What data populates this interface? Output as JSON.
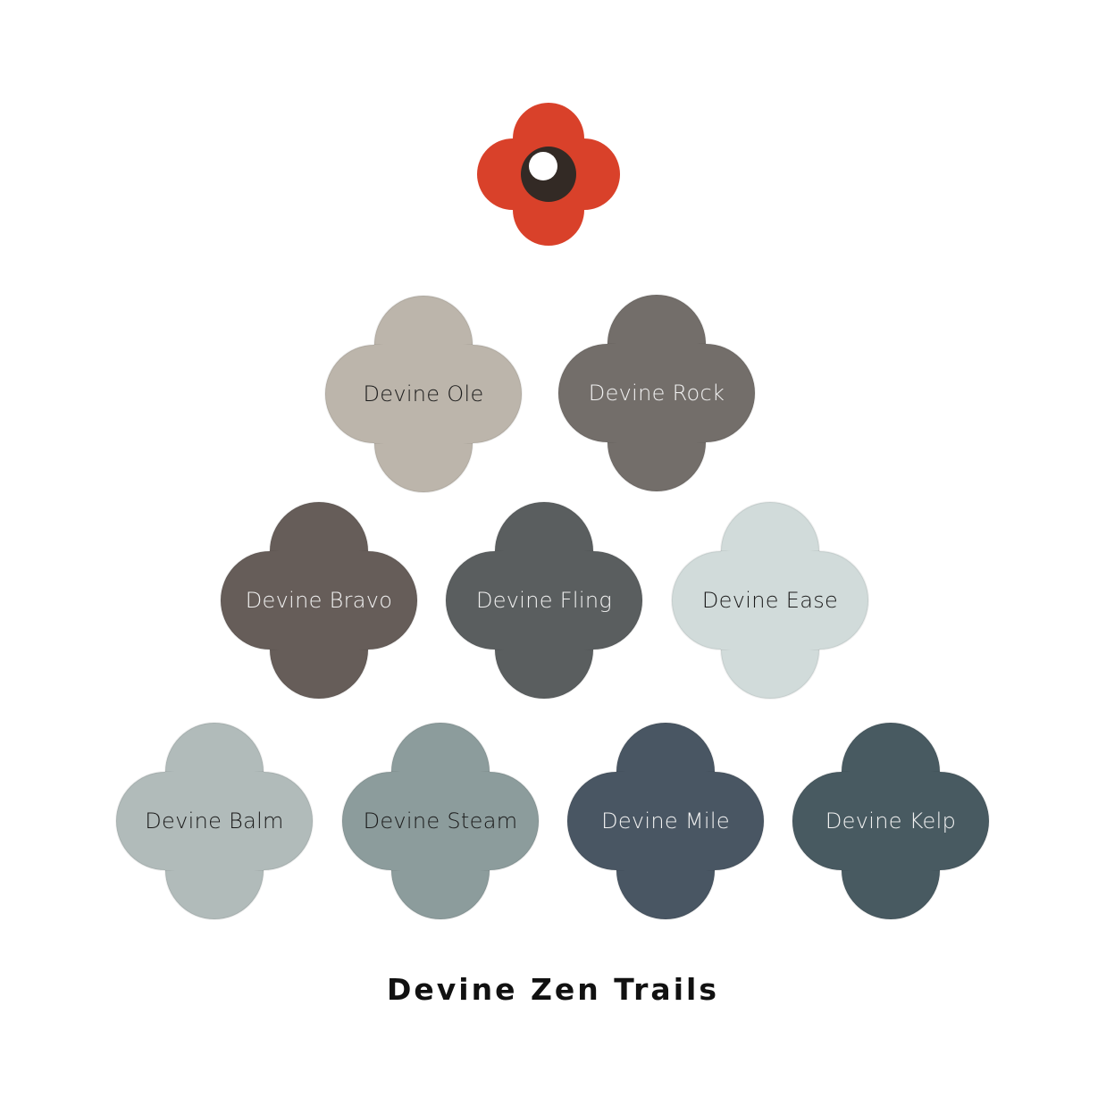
{
  "title": "Devine Zen Trails",
  "logo": {
    "icon": "poppy-flower-icon",
    "petal_color": "#d9412a",
    "center_color": "#332a25",
    "highlight_color": "#ffffff"
  },
  "swatches": [
    {
      "name": "Devine Ole",
      "color": "#bcb5ab",
      "text_color": "#1a1a1a"
    },
    {
      "name": "Devine Rock",
      "color": "#736e6a",
      "text_color": "#f2f2f2"
    },
    {
      "name": "Devine Bravo",
      "color": "#665d59",
      "text_color": "#f2f2f2"
    },
    {
      "name": "Devine Fling",
      "color": "#5a5e5f",
      "text_color": "#f2f2f2"
    },
    {
      "name": "Devine Ease",
      "color": "#d1dbda",
      "text_color": "#1a1a1a"
    },
    {
      "name": "Devine Balm",
      "color": "#b1bbba",
      "text_color": "#1a1a1a"
    },
    {
      "name": "Devine Steam",
      "color": "#8c9c9c",
      "text_color": "#1a1a1a"
    },
    {
      "name": "Devine Mile",
      "color": "#495663",
      "text_color": "#f2f2f2"
    },
    {
      "name": "Devine Kelp",
      "color": "#485a61",
      "text_color": "#f2f2f2"
    }
  ]
}
